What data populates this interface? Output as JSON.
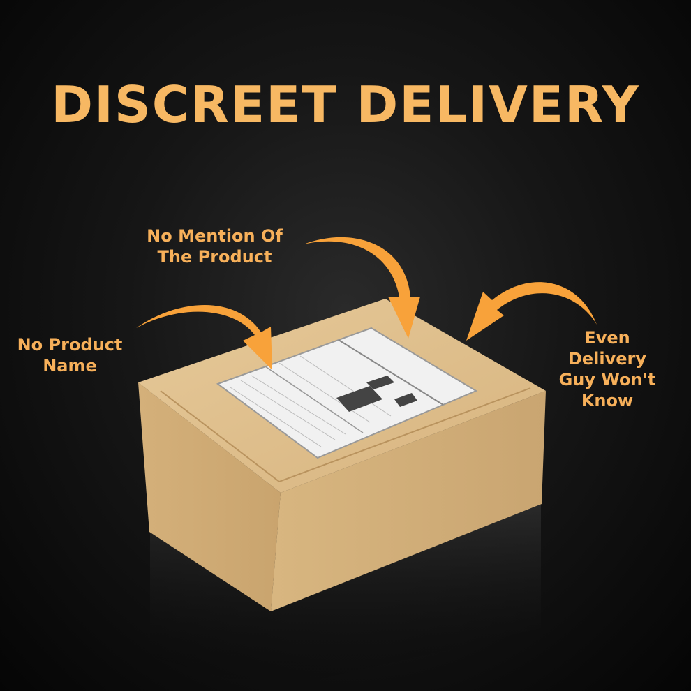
{
  "title": "DISCREET DELIVERY",
  "callouts": {
    "mention": "No Mention Of The Product",
    "name": "No Product Name",
    "delivery_guy": "Even Delivery Guy Won't Know"
  },
  "colors": {
    "accent": "#f7b863",
    "arrow": "#f8a23a",
    "box": "#d9b783"
  }
}
